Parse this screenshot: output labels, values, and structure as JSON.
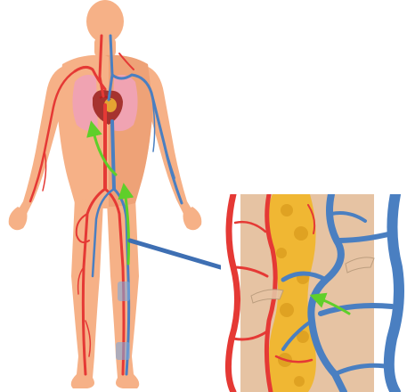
{
  "diagram": {
    "subject": "",
    "colors": {
      "skin": "#f6b187",
      "skin_shade": "#e89669",
      "artery": "#e53935",
      "artery_dark": "#b71c1c",
      "vein": "#4a7fc1",
      "vein_light": "#7fa8dc",
      "arrow": "#5fcf2a",
      "lung": "#f0a3b2",
      "heart": "#a6332f",
      "fat": "#f0b733",
      "fat_dark": "#d99a1c",
      "tissue": "#e6c3a3",
      "connector": "#3e6fb3"
    },
    "icons": [
      "body-silhouette",
      "heart-icon",
      "lungs-icon",
      "flow-arrow",
      "zoom-connector"
    ]
  }
}
